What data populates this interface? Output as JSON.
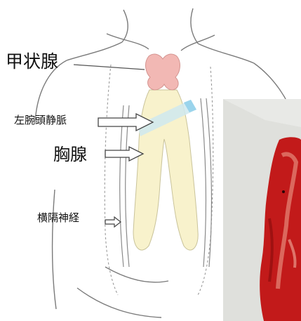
{
  "labels": {
    "thyroid": "甲状腺",
    "left_brachiocephalic_vein": "左腕頭静脈",
    "thymus": "胸腺",
    "phrenic_nerve": "横隔神経"
  },
  "colors": {
    "outline": "#7a7a7a",
    "dashed": "#9a9a9a",
    "thyroid": "#f2b8b4",
    "thymus": "#f8f2cc",
    "vein": "#cfe9ee",
    "vein_end": "#9ad4ec",
    "arrow_fill": "#ffffff",
    "arrow_stroke": "#444444",
    "photo_bg": "#dfe0dc",
    "tissue": "#c21a1a"
  },
  "photo": {
    "description_icon": "thymus-specimen-photo"
  }
}
